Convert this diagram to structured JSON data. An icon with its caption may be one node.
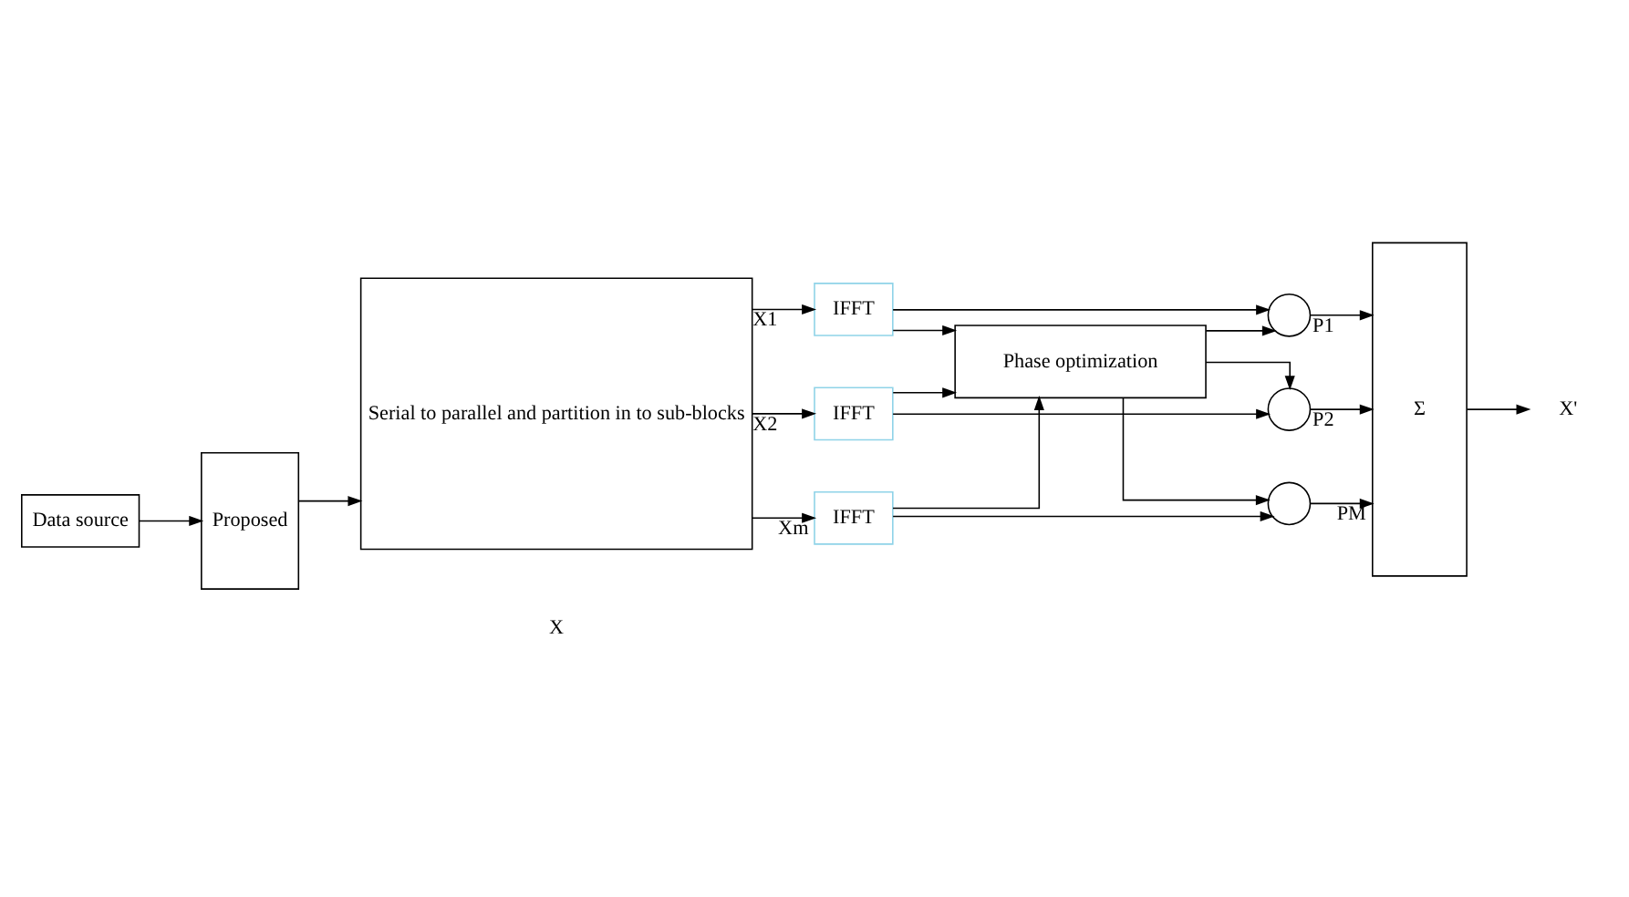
{
  "diagram": {
    "nodes": [
      {
        "text": [
          "Data source"
        ]
      },
      {
        "text": [
          "Proposed"
        ]
      },
      {
        "text": [
          "Serial to parallel and partition in to sub-blocks"
        ]
      },
      {
        "text": [
          "IFFT"
        ]
      },
      {
        "text": [
          "IFFT"
        ]
      },
      {
        "text": [
          "IFFT"
        ]
      },
      {
        "text": [],
        "shape": "circle"
      },
      {
        "text": [],
        "shape": "circle"
      },
      {
        "text": [],
        "shape": "circle"
      },
      {
        "text": [
          "Σ"
        ]
      },
      {
        "text": [
          "Phase optimization"
        ]
      },
      {
        "text": [
          "X'"
        ]
      }
    ],
    "edges": [
      {
        "from": 0,
        "to": 1,
        "arrow": "to"
      },
      {
        "from": 1,
        "to": 2,
        "arrow": "to"
      },
      {
        "from": 2,
        "to": 3,
        "arrow": "to",
        "label": "X1"
      },
      {
        "from": 2,
        "to": 4,
        "arrow": "to",
        "label": "X2"
      },
      {
        "from": 2,
        "to": 5,
        "arrow": "to",
        "label": "Xm"
      },
      {
        "from": 3,
        "to": 6,
        "arrow": "to"
      },
      {
        "from": 4,
        "to": 7,
        "arrow": "to"
      },
      {
        "from": 5,
        "to": 8,
        "arrow": "to"
      },
      {
        "from": 6,
        "to": 9,
        "arrow": "to",
        "label": "P1"
      },
      {
        "from": 7,
        "to": 9,
        "arrow": "to",
        "label": "P2"
      },
      {
        "from": 8,
        "to": 9,
        "arrow": "to",
        "label": "PM"
      },
      {
        "from": 9,
        "to": 11,
        "arrow": "to"
      },
      {
        "from": 3,
        "to": 10,
        "arrow": "to"
      },
      {
        "from": 4,
        "to": 10,
        "arrow": "to"
      },
      {
        "from": 5,
        "to": 10,
        "arrow": "to"
      },
      {
        "from": 10,
        "to": 6,
        "arrow": "to"
      },
      {
        "from": 10,
        "to": 7,
        "arrow": "to"
      },
      {
        "from": 10,
        "to": 8,
        "arrow": "to"
      }
    ],
    "labels": [
      "X"
    ]
  }
}
